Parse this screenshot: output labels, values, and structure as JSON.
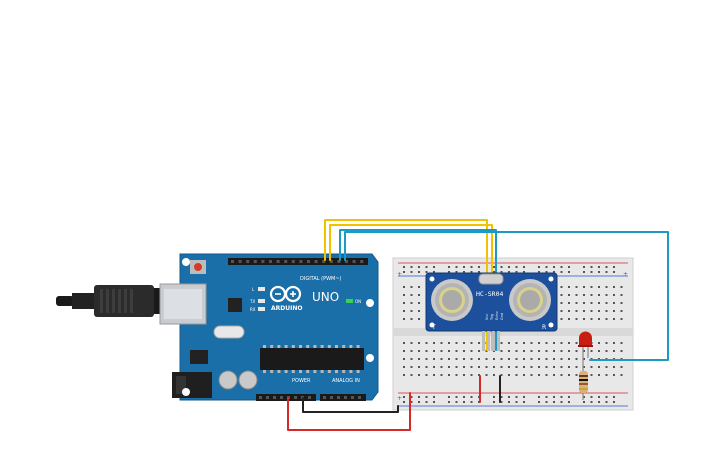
{
  "arduino": {
    "brand": "ARDUINO",
    "model": "UNO",
    "digital_header_label": "DIGITAL (PWM~)",
    "power_label": "POWER",
    "analog_label": "ANALOG IN",
    "on_label": "ON",
    "led_labels": [
      "L",
      "TX",
      "RX"
    ]
  },
  "sensor": {
    "model": "HC-SR04",
    "pins": [
      "Vcc",
      "Trig",
      "Echo",
      "Gnd"
    ],
    "left_mark": "T",
    "right_mark": "R"
  },
  "wires": {
    "colors": {
      "yellow": "#f2c200",
      "teal": "#1a9ac4",
      "black": "#222222",
      "red": "#d62828"
    }
  },
  "components": {
    "led_color": "#c81d11",
    "resistor_body_color": "#d8b27a"
  }
}
